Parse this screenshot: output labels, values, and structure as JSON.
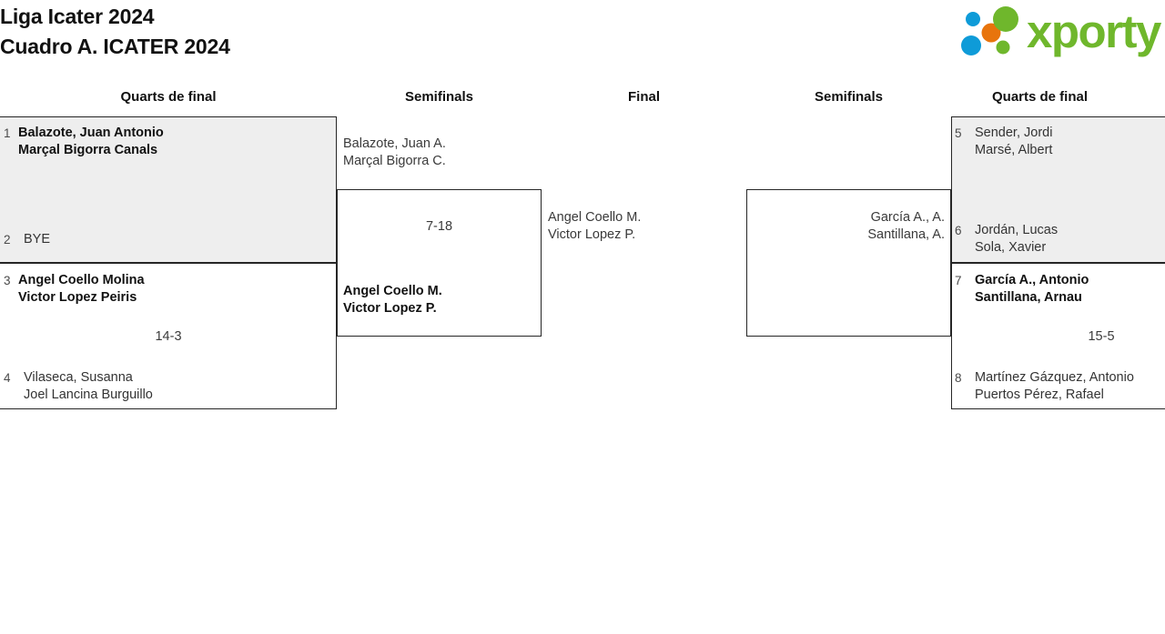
{
  "header": {
    "title_line1": "Liga Icater 2024",
    "title_line2": "Cuadro A. ICATER 2024",
    "logo_word": "xporty",
    "logo_colors": {
      "green": "#6FB72C",
      "blue": "#0E9BD8",
      "orange": "#E8740C"
    }
  },
  "round_headers": {
    "left_quarters": "Quarts de final",
    "left_semis": "Semifinals",
    "final": "Final",
    "right_semis": "Semifinals",
    "right_quarters": "Quarts de final"
  },
  "bracket": {
    "left_quarterfinals": [
      {
        "score": "",
        "top": {
          "seed": "1",
          "name_line1": "Balazote, Juan Antonio",
          "name_line2": "Marçal Bigorra Canals",
          "winner": true
        },
        "bottom": {
          "seed": "2",
          "name_line1": "BYE",
          "name_line2": "",
          "winner": false
        }
      },
      {
        "score": "14-3",
        "top": {
          "seed": "3",
          "name_line1": "Angel Coello Molina",
          "name_line2": "Victor Lopez Peiris",
          "winner": true
        },
        "bottom": {
          "seed": "4",
          "name_line1": "Vilaseca, Susanna",
          "name_line2": "Joel Lancina Burguillo",
          "winner": false
        }
      }
    ],
    "left_semifinal": {
      "score": "7-18",
      "top": {
        "name_line1": "Balazote, Juan A.",
        "name_line2": "Marçal Bigorra C.",
        "winner": false
      },
      "bottom": {
        "name_line1": "Angel Coello M.",
        "name_line2": "Victor Lopez P.",
        "winner": true
      }
    },
    "final": {
      "score": "",
      "left_entrant": {
        "name_line1": "Angel Coello M.",
        "name_line2": "Victor Lopez P.",
        "winner": false
      },
      "right_entrant": {
        "name_line1": "García A., A.",
        "name_line2": "Santillana, A.",
        "winner": false
      }
    },
    "right_semifinal": {
      "score": "",
      "top": {
        "name_line1": "",
        "name_line2": "",
        "winner": false
      },
      "bottom": {
        "name_line1": "",
        "name_line2": "",
        "winner": false
      }
    },
    "right_quarterfinals": [
      {
        "score": "",
        "top": {
          "seed": "5",
          "name_line1": "Sender, Jordi",
          "name_line2": "Marsé, Albert",
          "winner": false
        },
        "bottom": {
          "seed": "6",
          "name_line1": "Jordán, Lucas",
          "name_line2": "Sola, Xavier",
          "winner": false
        }
      },
      {
        "score": "15-5",
        "top": {
          "seed": "7",
          "name_line1": "García A., Antonio",
          "name_line2": "Santillana, Arnau",
          "winner": true
        },
        "bottom": {
          "seed": "8",
          "name_line1": "Martínez Gázquez, Antonio",
          "name_line2": "Puertos Pérez, Rafael",
          "winner": false
        }
      }
    ]
  }
}
